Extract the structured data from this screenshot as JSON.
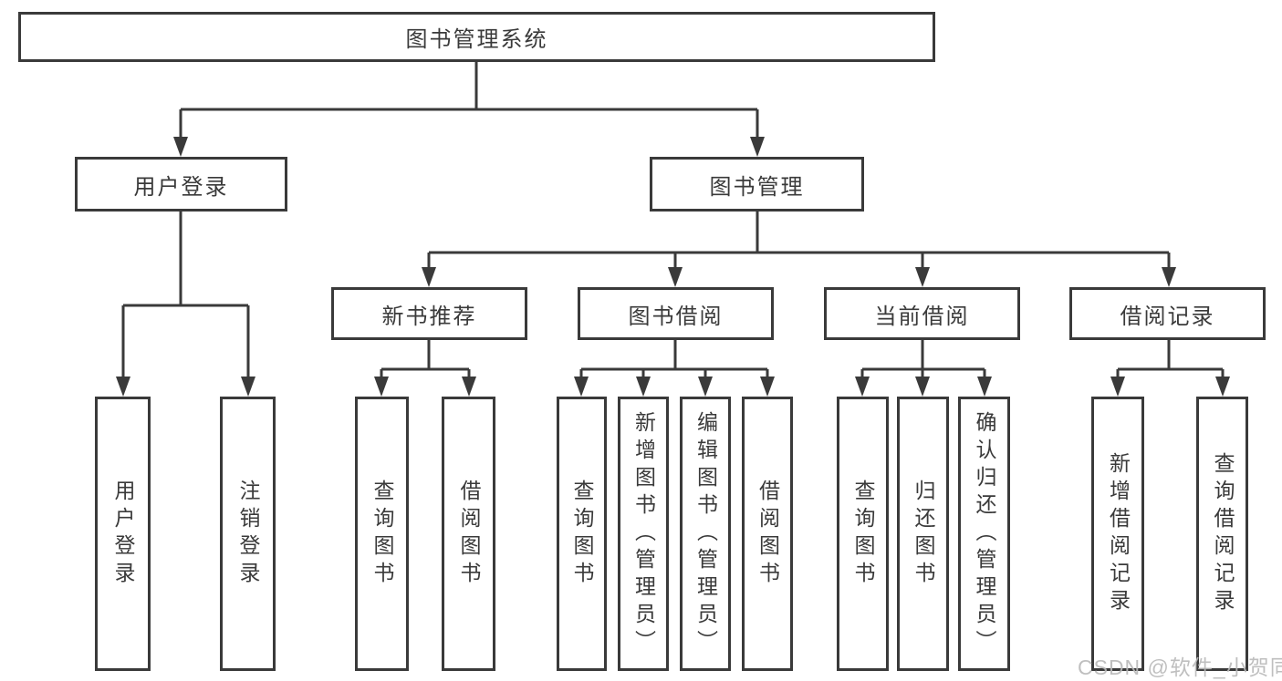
{
  "tree": {
    "root": {
      "label": "图书管理系统",
      "children": [
        {
          "label": "用户登录",
          "children": [
            {
              "label": "用户登录"
            },
            {
              "label": "注销登录"
            }
          ]
        },
        {
          "label": "图书管理",
          "children": [
            {
              "label": "新书推荐",
              "children": [
                {
                  "label": "查询图书"
                },
                {
                  "label": "借阅图书"
                }
              ]
            },
            {
              "label": "图书借阅",
              "children": [
                {
                  "label": "查询图书"
                },
                {
                  "label": "新增图书（管理员）"
                },
                {
                  "label": "编辑图书（管理员）"
                },
                {
                  "label": "借阅图书"
                }
              ]
            },
            {
              "label": "当前借阅",
              "children": [
                {
                  "label": "查询图书"
                },
                {
                  "label": "归还图书"
                },
                {
                  "label": "确认归还（管理员）"
                }
              ]
            },
            {
              "label": "借阅记录",
              "children": [
                {
                  "label": "新增借阅记录"
                },
                {
                  "label": "查询借阅记录"
                }
              ]
            }
          ]
        }
      ]
    }
  },
  "watermark": {
    "text": "CSDN @软件_小贺同学"
  },
  "colors": {
    "line": "#3a3a3a",
    "text": "#3a3a3a",
    "background": "#ffffff",
    "watermark": "#b9b9b9"
  }
}
